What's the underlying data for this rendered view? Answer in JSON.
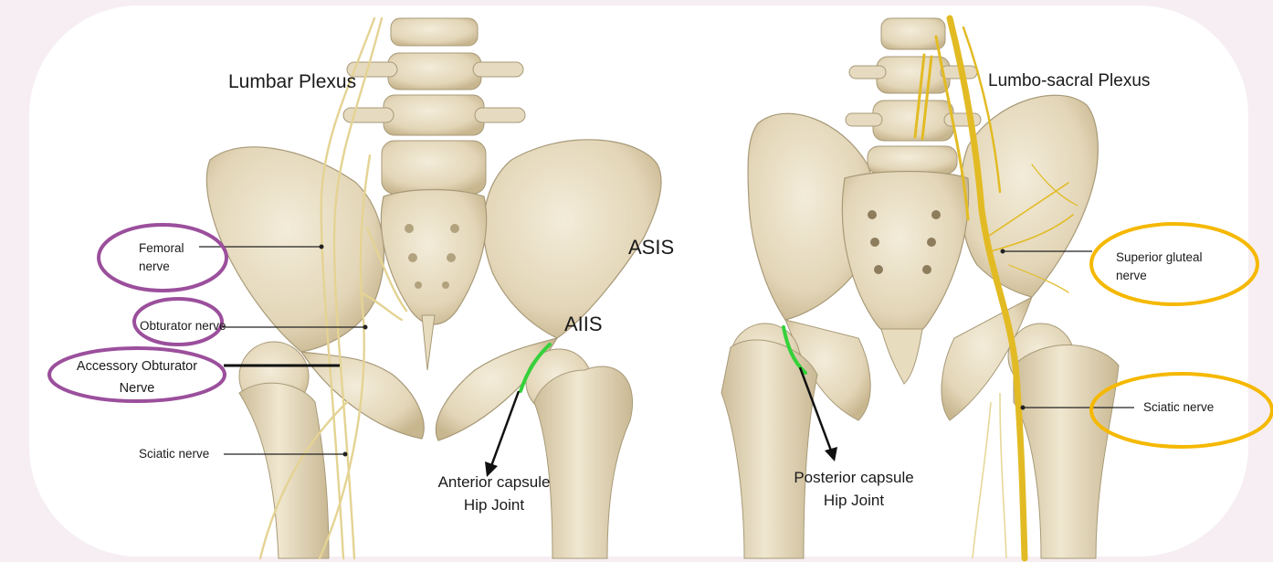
{
  "left_panel": {
    "heading": "Lumbar Plexus",
    "labels": {
      "femoral": "Femoral\nnerve",
      "obturator": "Obturator nerve",
      "accessory_obturator": "Accessory Obturator\nNerve",
      "sciatic": "Sciatic nerve",
      "asis": "ASIS",
      "aiis": "AIIS",
      "capsule": "Anterior capsule\nHip Joint"
    }
  },
  "right_panel": {
    "heading": "Lumbo-sacral Plexus",
    "labels": {
      "superior_gluteal": "Superior gluteal\nnerve",
      "sciatic": "Sciatic nerve",
      "capsule": "Posterior capsule\nHip Joint"
    }
  },
  "colors": {
    "highlight_purple": "#9b4f9c",
    "highlight_orange": "#f5b800",
    "capsule_green": "#35d13a",
    "bone": "#e7dcc2",
    "bone_shade": "#c9b996",
    "nerve": "#e8d27a",
    "nerve_dark": "#e0b61a"
  }
}
